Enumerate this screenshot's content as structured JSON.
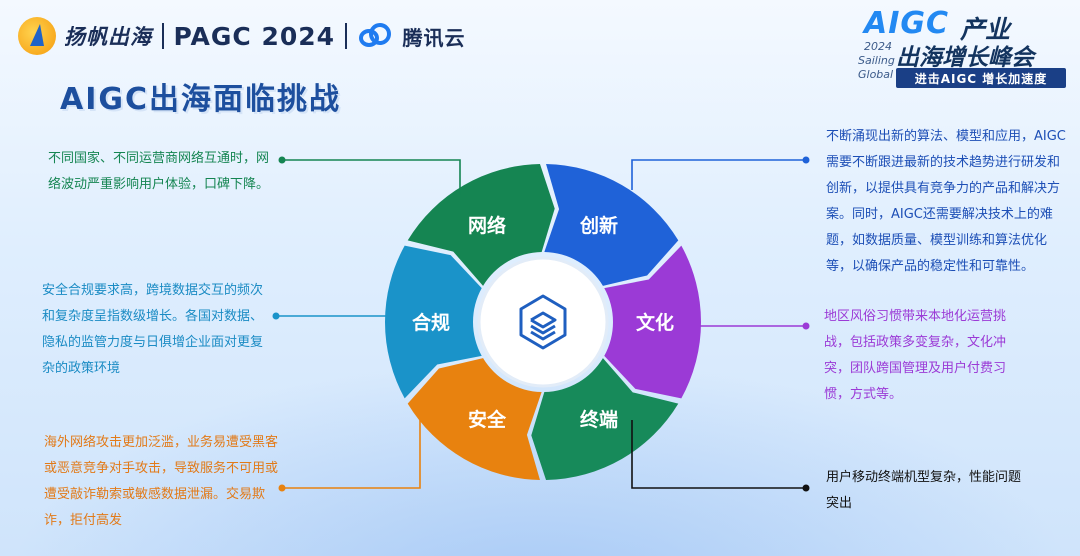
{
  "header": {
    "brand_yangfan": "扬帆出海",
    "brand_pagc": "PAGC 2024",
    "brand_tencent": "腾讯云"
  },
  "event_logo": {
    "aigc": "AIGC",
    "chanye": "产业",
    "year": "2024",
    "sailing": "Sailing",
    "global": "Global",
    "main": "出海增长峰会",
    "slogan": "进击AIGC 增长加速度"
  },
  "title": "AIGC出海面临挑战",
  "segments": [
    {
      "label": "网络",
      "color": "#158552"
    },
    {
      "label": "创新",
      "color": "#1f62d8"
    },
    {
      "label": "文化",
      "color": "#9b3ad6"
    },
    {
      "label": "终端",
      "color": "#178a5a"
    },
    {
      "label": "安全",
      "color": "#e8820f"
    },
    {
      "label": "合规",
      "color": "#1a93c9"
    }
  ],
  "center_icon": "layers-icon",
  "descriptions": {
    "network": "不同国家、不同运营商网络互通时，网络波动严重影响用户体验，口碑下降。",
    "compliance": "安全合规要求高，跨境数据交互的频次和复杂度呈指数级增长。各国对数据、隐私的监管力度与日俱增企业面对更复杂的政策环境",
    "security": "海外网络攻击更加泛滥，业务易遭受黑客或恶意竞争对手攻击，导致服务不可用或遭受敲诈勒索或敏感数据泄漏。交易欺诈，拒付高发",
    "innovation": "不断涌现出新的算法、模型和应用，AIGC需要不断跟进最新的技术趋势进行研发和创新，以提供具有竞争力的产品和解决方案。同时，AIGC还需要解决技术上的难题，如数据质量、模型训练和算法优化等，以确保产品的稳定性和可靠性。",
    "culture": "地区风俗习惯带来本地化运营挑战，包括政策多变复杂，文化冲突，团队跨国管理及用户付费习惯，方式等。",
    "terminal": "用户移动终端机型复杂，性能问题突出"
  }
}
